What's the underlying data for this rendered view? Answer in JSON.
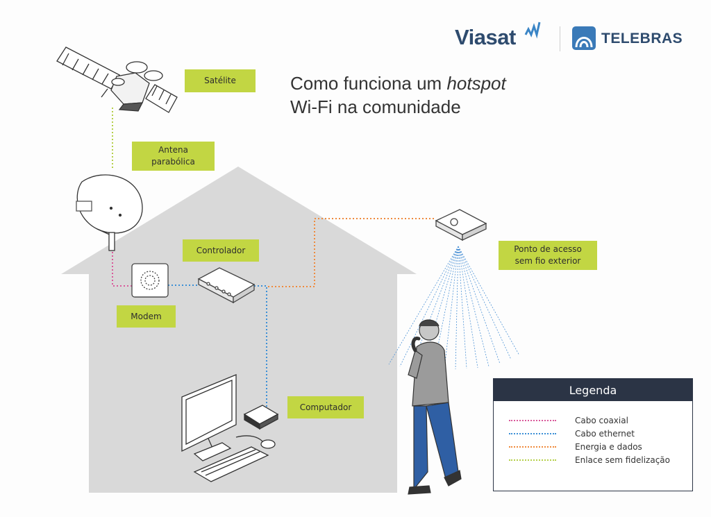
{
  "title": {
    "line1_prefix": "Como funciona um ",
    "line1_italic": "hotspot",
    "line2": "Wi-Fi na comunidade"
  },
  "logos": {
    "viasat": "Viasat",
    "telebras": "TELEBRAS"
  },
  "labels": {
    "satellite": "Satélite",
    "dish_line1": "Antena",
    "dish_line2": "parabólica",
    "controller": "Controlador",
    "modem": "Modem",
    "computer": "Computador",
    "access_point_line1": "Ponto de acesso",
    "access_point_line2": "sem fio exterior"
  },
  "legend": {
    "title": "Legenda",
    "items": [
      {
        "label": "Cabo coaxial",
        "color": "#d9589a"
      },
      {
        "label": "Cabo ethernet",
        "color": "#3b8fd6"
      },
      {
        "label": "Energia e dados",
        "color": "#ef8a3c"
      },
      {
        "label": "Enlace sem fidelização",
        "color": "#b4cf48"
      }
    ]
  },
  "colors": {
    "label_bg": "#c2d643",
    "house": "#d9d9d9",
    "legend_header": "#2b3445",
    "brand": "#2e4b6e"
  }
}
